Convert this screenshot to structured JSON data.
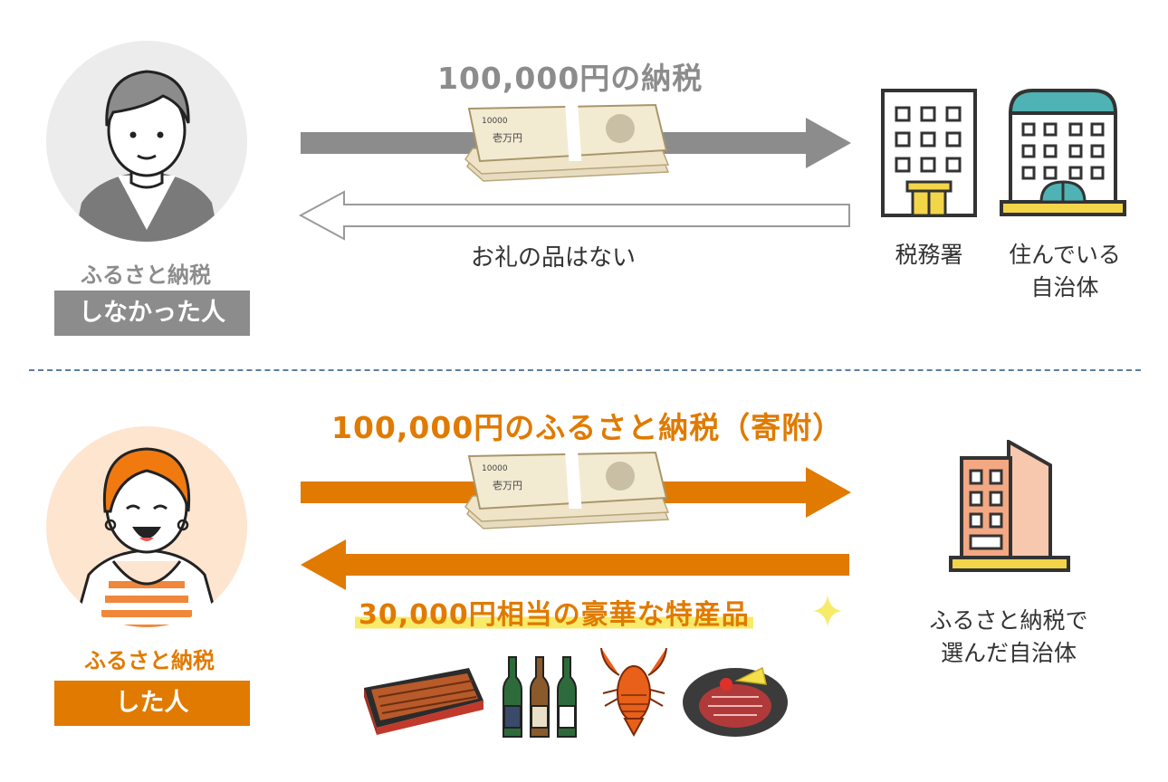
{
  "top": {
    "title": "100,000円の納税",
    "return_label": "お礼の品はない",
    "person_caption": "ふるさと納税",
    "person_badge": "しなかった人",
    "building1_label": "税務署",
    "building2_label_line1": "住んでいる",
    "building2_label_line2": "自治体"
  },
  "bottom": {
    "title": "100,000円のふるさと納税（寄附）",
    "return_label": "30,000円相当の豪華な特産品",
    "person_caption": "ふるさと納税",
    "person_badge": "した人",
    "building_label_line1": "ふるさと納税で",
    "building_label_line2": "選んだ自治体"
  },
  "colors": {
    "gray": "#8c8c8c",
    "orange": "#e07a00",
    "highlight": "#f8ea6a",
    "divider": "#5a7fa0"
  },
  "icons": [
    "person-no-icon",
    "person-yes-icon",
    "money-bundle-icon",
    "tax-office-icon",
    "city-hall-icon",
    "hometown-building-icon",
    "eel-box-icon",
    "sake-bottles-icon",
    "lobster-icon",
    "steak-plate-icon",
    "sparkle-icon"
  ]
}
